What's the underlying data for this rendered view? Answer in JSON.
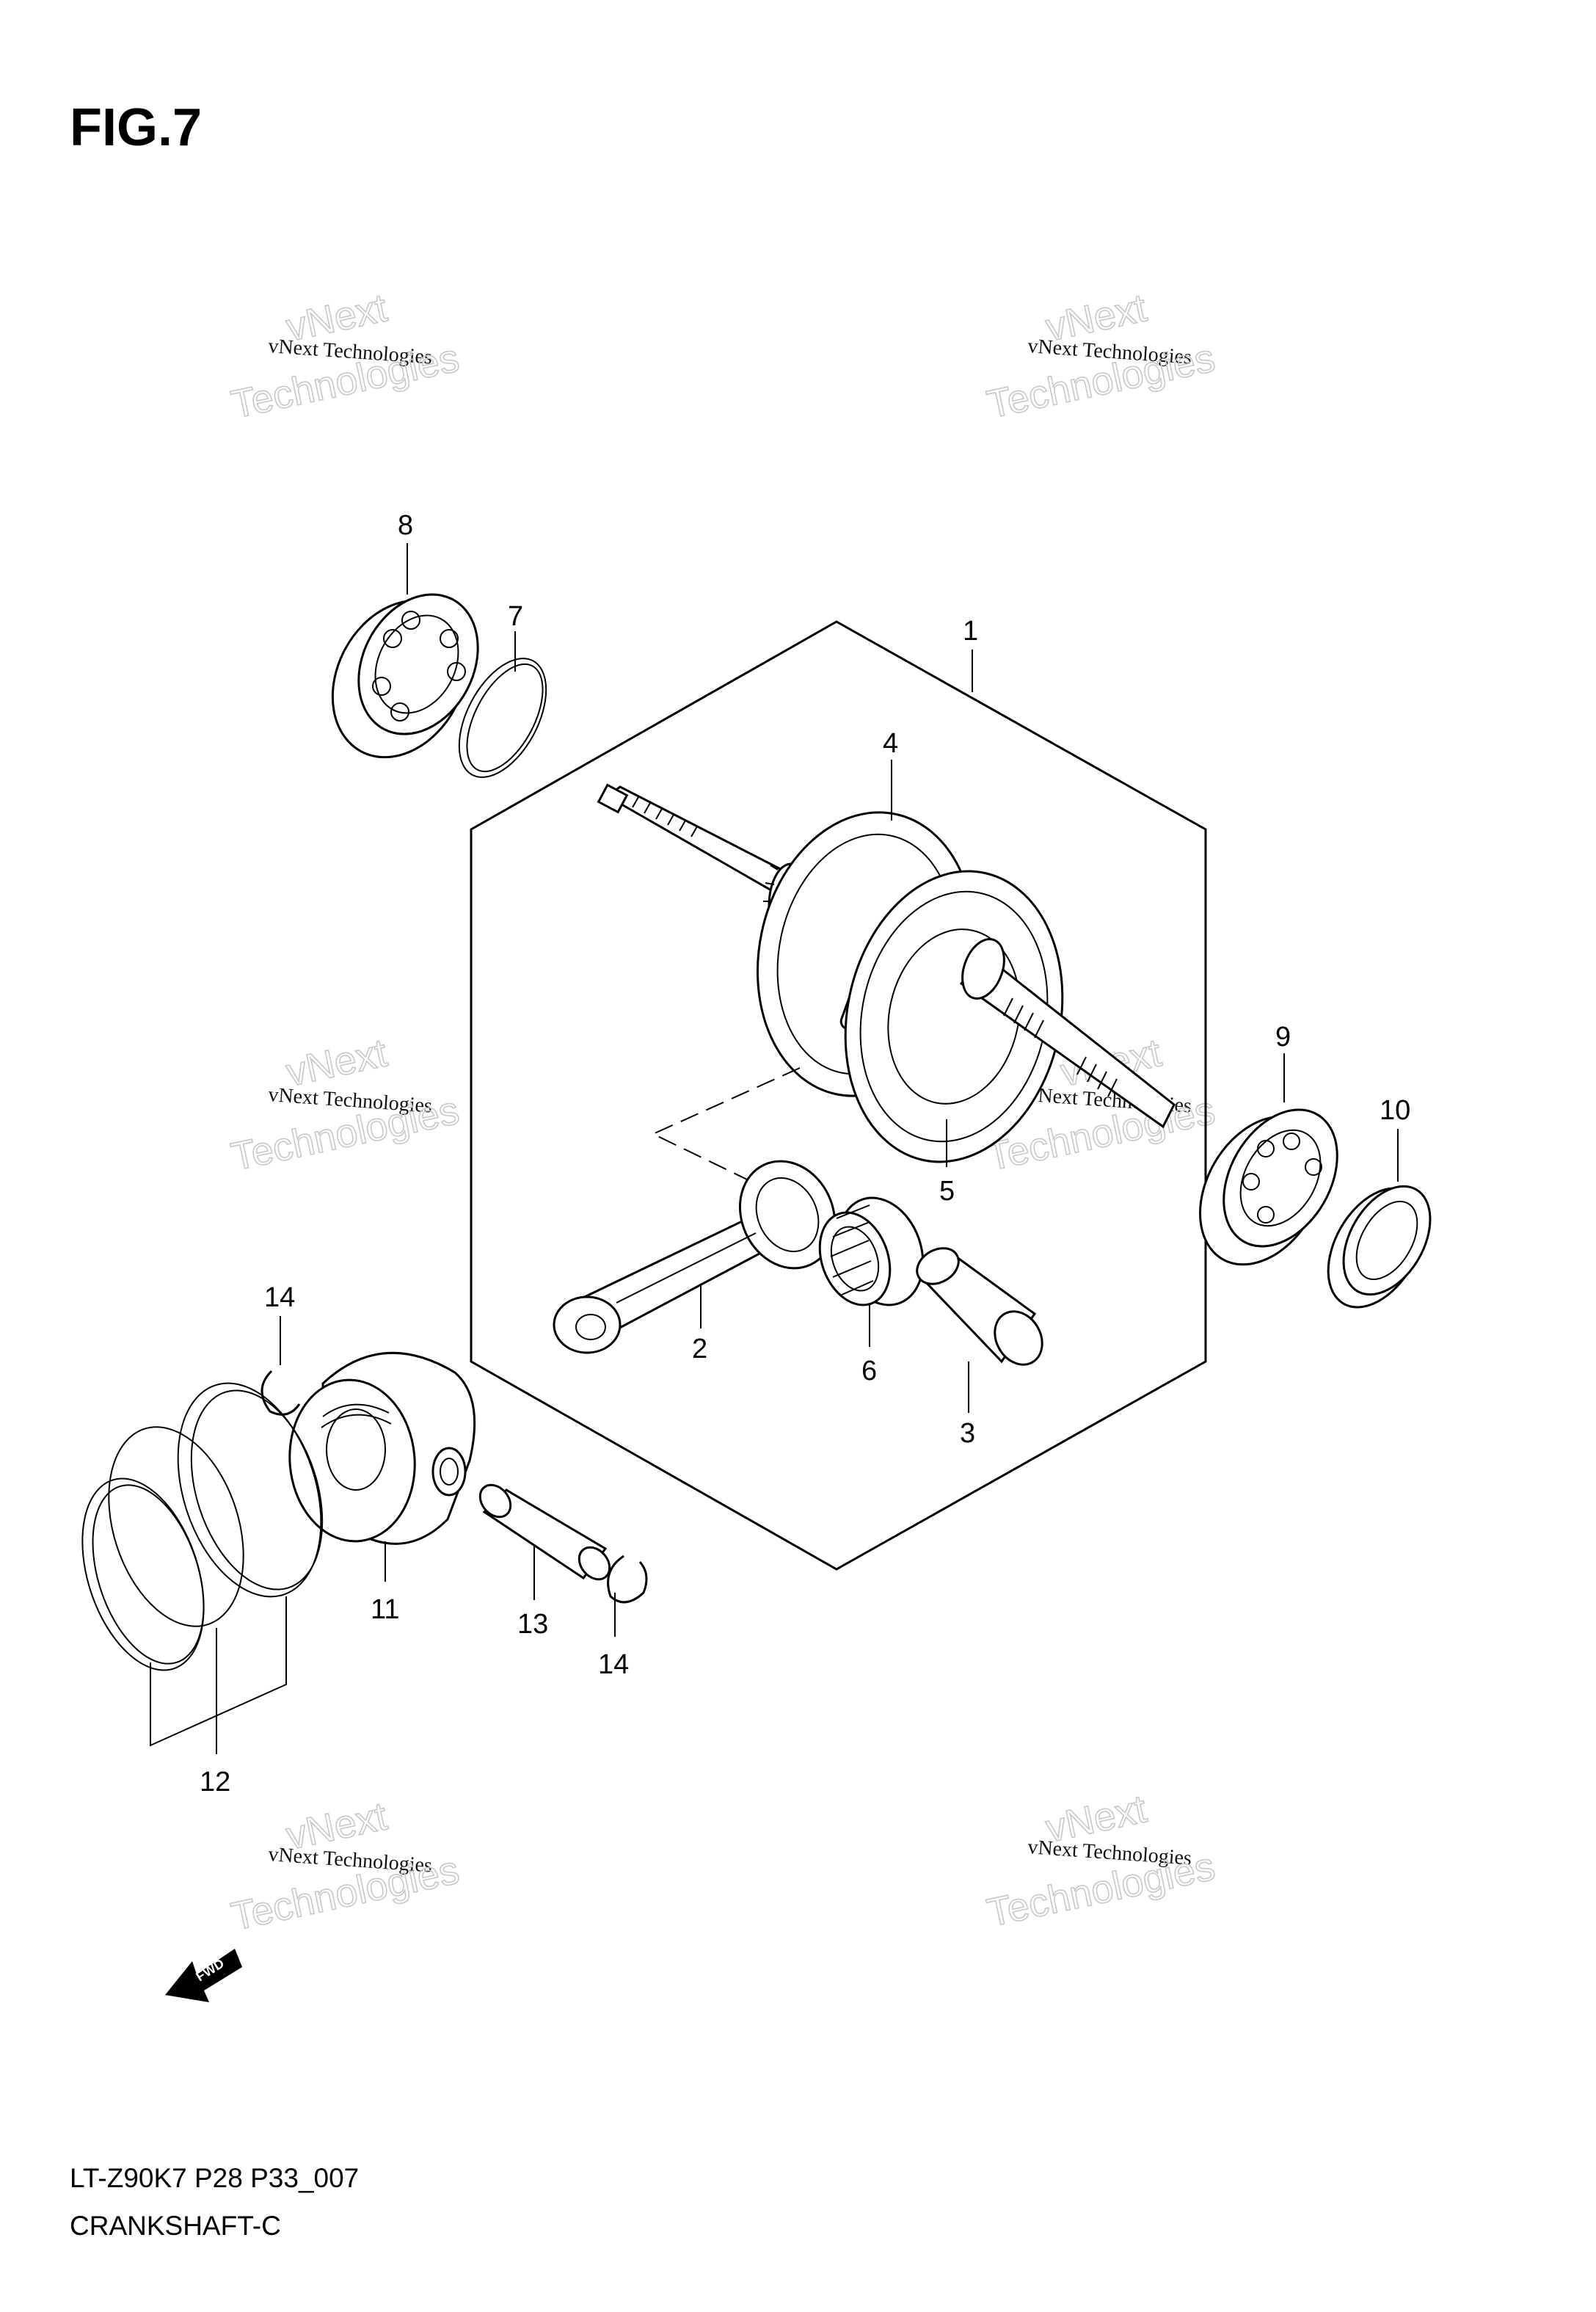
{
  "figure": {
    "title": "FIG.7",
    "model_code": "LT-Z90K7 P28 P33_007",
    "section_name": "CRANKSHAFT-C"
  },
  "callouts": {
    "p1": "1",
    "p2": "2",
    "p3": "3",
    "p4": "4",
    "p5": "5",
    "p6": "6",
    "p7": "7",
    "p8": "8",
    "p9": "9",
    "p10": "10",
    "p11": "11",
    "p12": "12",
    "p13": "13",
    "p14a": "14",
    "p14b": "14"
  },
  "watermark": {
    "line1": "vNext",
    "line2": "vNext Technologies",
    "line3": "Technologies"
  },
  "fwd_label": "FWD"
}
